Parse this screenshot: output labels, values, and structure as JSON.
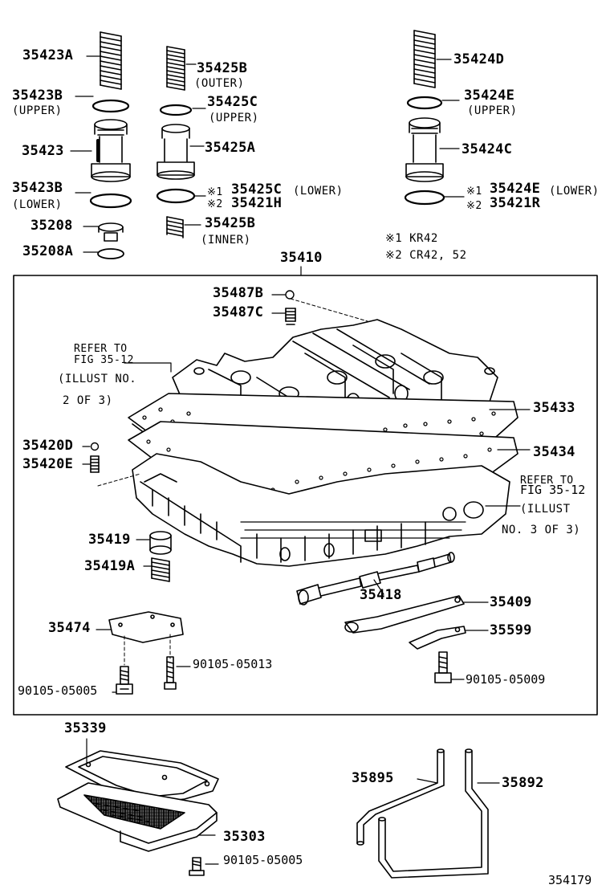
{
  "labels": {
    "p35423A": "35423A",
    "p35423B_upper": "35423B",
    "upper_1": "(UPPER)",
    "p35423": "35423",
    "p35423B_lower": "35423B",
    "lower_1": "(LOWER)",
    "p35208": "35208",
    "p35208A": "35208A",
    "p35425B_outer": "35425B",
    "outer": "(OUTER)",
    "p35425C_upper": "35425C",
    "upper_2": "(UPPER)",
    "p35425A": "35425A",
    "mark1_a": "※1",
    "p35425C_lower": "35425C",
    "lower_2": "(LOWER)",
    "mark2_a": "※2",
    "p35421H": "35421H",
    "p35425B_inner": "35425B",
    "inner": "(INNER)",
    "p35424D": "35424D",
    "p35424E_upper": "35424E",
    "upper_3": "(UPPER)",
    "p35424C": "35424C",
    "mark1_b": "※1",
    "p35424E_lower": "35424E",
    "lower_3": "(LOWER)",
    "mark2_b": "※2",
    "p35421R": "35421R",
    "note1": "※1  KR42",
    "note2": "※2  CR42, 52",
    "p35410": "35410",
    "p35487B": "35487B",
    "p35487C": "35487C",
    "refer1_a": "REFER TO",
    "refer1_b": "FIG 35-12",
    "refer1_c": "(ILLUST NO.",
    "refer1_d": "2 OF 3)",
    "p35433": "35433",
    "p35434": "35434",
    "p35420D": "35420D",
    "p35420E": "35420E",
    "refer2_a": "REFER TO",
    "refer2_b": "FIG 35-12",
    "refer2_c": "(ILLUST",
    "refer2_d": "NO. 3 OF 3)",
    "p35419": "35419",
    "p35419A": "35419A",
    "p35418": "35418",
    "p35409": "35409",
    "p35474": "35474",
    "p35599": "35599",
    "p90105_05013": "90105-05013",
    "p90105_05005_a": "90105-05005",
    "p90105_05009": "90105-05009",
    "p35339": "35339",
    "p35895": "35895",
    "p35892": "35892",
    "p35303": "35303",
    "p90105_05005_b": "90105-05005",
    "diagram_id": "354179"
  }
}
